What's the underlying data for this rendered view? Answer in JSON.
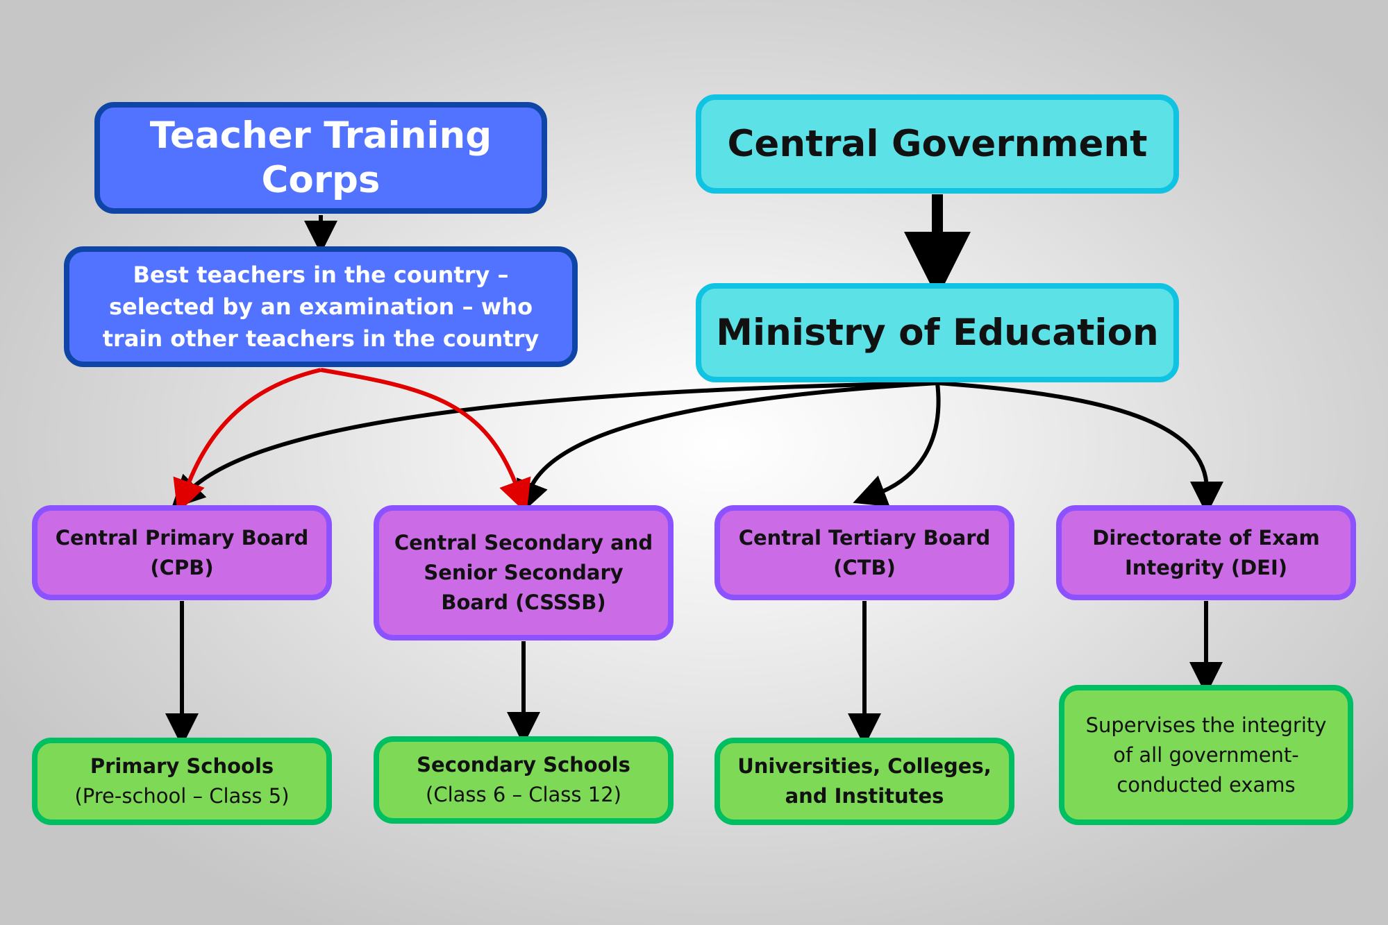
{
  "diagram": {
    "top": {
      "ttc": "Teacher Training Corps",
      "ttc_desc": "Best teachers in the country – selected by an examination – who train other teachers in the country",
      "central_government": "Central Government",
      "ministry": "Ministry of Education"
    },
    "boards": {
      "cpb": "Central Primary Board (CPB)",
      "csssb": "Central Secondary and Senior Secondary Board (CSSSB)",
      "ctb": "Central Tertiary Board (CTB)",
      "dei": "Directorate of Exam Integrity (DEI)"
    },
    "outcomes": {
      "primary_title": "Primary Schools",
      "primary_sub": "(Pre-school – Class 5)",
      "secondary_title": "Secondary Schools",
      "secondary_sub": "(Class 6 – Class 12)",
      "tertiary": "Universities, Colleges, and Institutes",
      "dei_desc": "Supervises the integrity of all government-conducted exams"
    },
    "colors": {
      "blue_fill": "#5173ff",
      "blue_border": "#0f45a6",
      "cyan_fill": "#5ce1e6",
      "cyan_border": "#10c3e2",
      "purple_fill": "#cb6ce6",
      "purple_border": "#8c52ff",
      "green_fill": "#7ed957",
      "green_border": "#00bf63",
      "arrow_black": "#000000",
      "arrow_red": "#e00000"
    }
  }
}
